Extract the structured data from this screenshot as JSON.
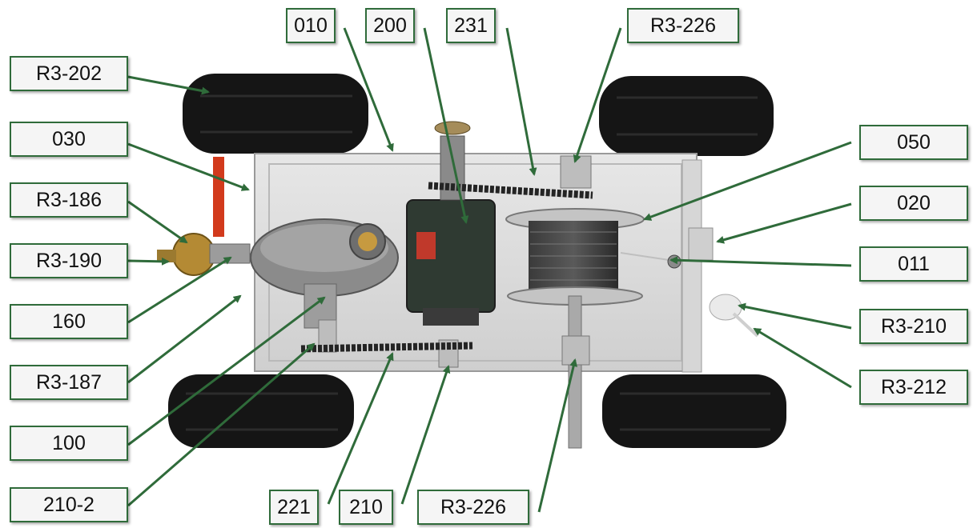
{
  "labels": {
    "r3_202": "R3-202",
    "c030": "030",
    "r3_186": "R3-186",
    "r3_190": "R3-190",
    "c160": "160",
    "r3_187": "R3-187",
    "c100": "100",
    "c210_2": "210-2",
    "c010": "010",
    "c200": "200",
    "c231": "231",
    "r3_226_top": "R3-226",
    "c050": "050",
    "c020": "020",
    "c011": "011",
    "r3_210": "R3-210",
    "r3_212": "R3-212",
    "c221": "221",
    "c210": "210",
    "r3_226_bottom": "R3-226"
  },
  "colors": {
    "arrow": "#2f6b3a",
    "label_border": "#2f6b3a",
    "label_fill": "#f5f5f5"
  }
}
